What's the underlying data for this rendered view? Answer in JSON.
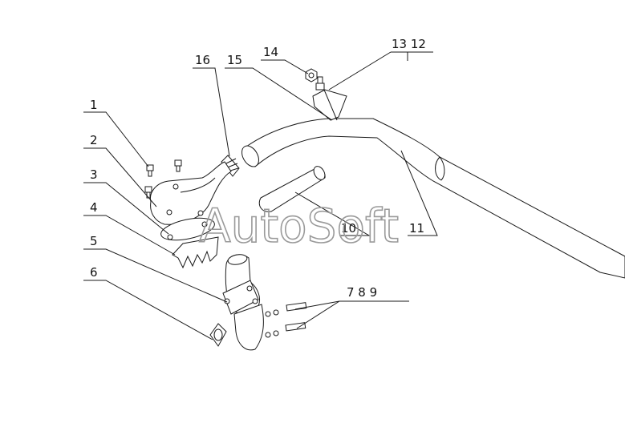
{
  "watermark": "AutoSoft",
  "callouts": {
    "c1": "1",
    "c2": "2",
    "c3": "3",
    "c4": "4",
    "c5": "5",
    "c6": "6",
    "c789": "7  8  9",
    "c10": "10",
    "c11": "11",
    "c1312": "13 12",
    "c14": "14",
    "c15": "15",
    "c16": "16"
  }
}
